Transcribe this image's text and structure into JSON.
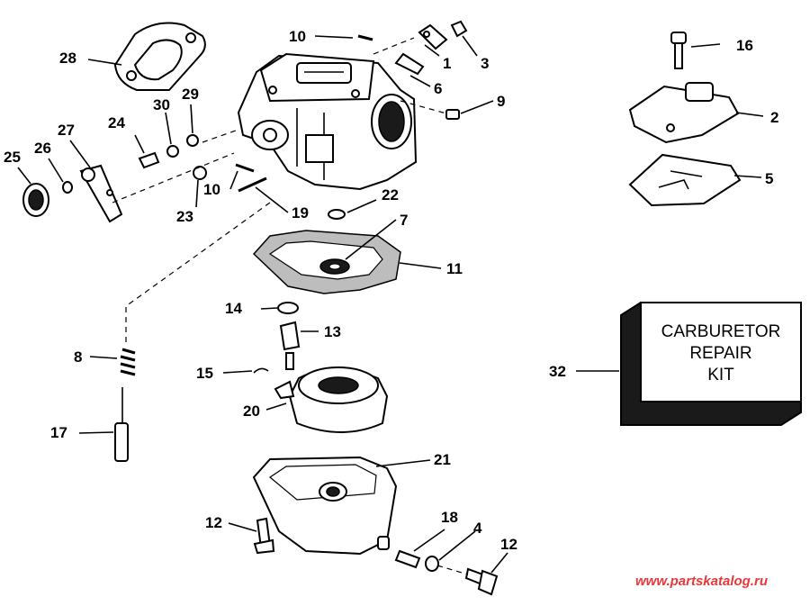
{
  "callouts": [
    {
      "id": "1",
      "label": "1"
    },
    {
      "id": "2",
      "label": "2"
    },
    {
      "id": "3",
      "label": "3"
    },
    {
      "id": "4",
      "label": "4"
    },
    {
      "id": "5",
      "label": "5"
    },
    {
      "id": "6",
      "label": "6"
    },
    {
      "id": "7",
      "label": "7"
    },
    {
      "id": "8",
      "label": "8"
    },
    {
      "id": "9",
      "label": "9"
    },
    {
      "id": "10a",
      "label": "10"
    },
    {
      "id": "10b",
      "label": "10"
    },
    {
      "id": "11",
      "label": "11"
    },
    {
      "id": "12",
      "label": "12"
    },
    {
      "id": "13",
      "label": "13"
    },
    {
      "id": "14",
      "label": "14"
    },
    {
      "id": "15",
      "label": "15"
    },
    {
      "id": "16",
      "label": "16"
    },
    {
      "id": "17",
      "label": "17"
    },
    {
      "id": "18",
      "label": "18"
    },
    {
      "id": "19",
      "label": "19"
    },
    {
      "id": "20",
      "label": "20"
    },
    {
      "id": "21",
      "label": "21"
    },
    {
      "id": "22",
      "label": "22"
    },
    {
      "id": "23",
      "label": "23"
    },
    {
      "id": "24",
      "label": "24"
    },
    {
      "id": "25",
      "label": "25"
    },
    {
      "id": "26",
      "label": "26"
    },
    {
      "id": "27",
      "label": "27"
    },
    {
      "id": "28",
      "label": "28"
    },
    {
      "id": "29",
      "label": "29"
    },
    {
      "id": "30",
      "label": "30"
    },
    {
      "id": "31",
      "label": "31"
    },
    {
      "id": "32",
      "label": "32"
    }
  ],
  "kit_box": {
    "line1": "CARBURETOR",
    "line2": "REPAIR",
    "line3": "KIT"
  },
  "watermark": "www.partskatalog.ru",
  "colors": {
    "ink": "#000000",
    "watermark": "#e8383a"
  }
}
